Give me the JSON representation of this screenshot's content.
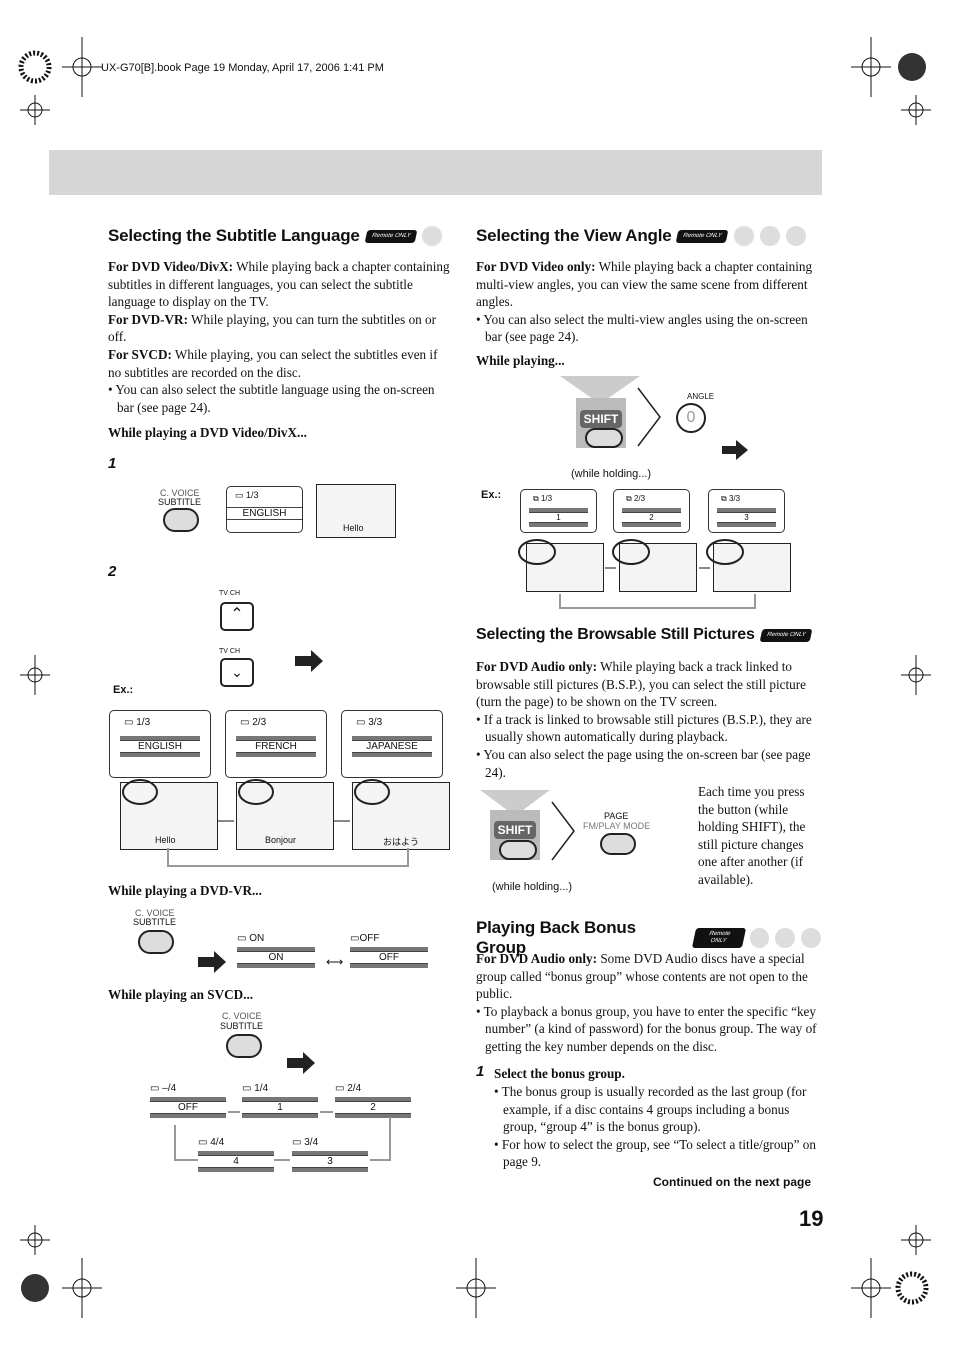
{
  "header": {
    "file_info": "UX-G70[B].book  Page 19  Monday, April 17, 2006  1:41 PM"
  },
  "badge": "Remote ONLY",
  "subtitle": {
    "title": "Selecting the Subtitle Language",
    "p1_lead": "For DVD Video/DivX:",
    "p1": " While playing back a chapter containing subtitles in different languages, you can select the subtitle language to display on the TV.",
    "p2_lead": "For DVD-VR:",
    "p2": " While playing, you can turn the subtitles on or off.",
    "p3_lead": "For SVCD:",
    "p3": " While playing, you can select the subtitles even if no subtitles are recorded on the disc.",
    "bullet": "• You can also select the subtitle language using the on-screen bar (see page 24).",
    "while_dvd": "While playing a DVD Video/DivX...",
    "step1": "1",
    "step2": "2",
    "cvoice": "C. VOICE",
    "subtitle_btn": "SUBTITLE",
    "osd1_num": "1/3",
    "osd1_field": "ENGLISH",
    "hello": "Hello",
    "tvch_up": "TV CH",
    "tvch_down": "TV CH",
    "ex": "Ex.:",
    "ex_osd": [
      {
        "num": "1/3",
        "field": "ENGLISH",
        "speech": "Hello"
      },
      {
        "num": "2/3",
        "field": "FRENCH",
        "speech": "Bonjour"
      },
      {
        "num": "3/3",
        "field": "JAPANESE",
        "speech": "おはよう"
      }
    ],
    "while_vr": "While playing a DVD-VR...",
    "vr_osd": [
      {
        "num": "ON",
        "field": "ON"
      },
      {
        "num": "OFF",
        "field": "OFF"
      }
    ],
    "while_svcd": "While playing an SVCD...",
    "svcd_osd": [
      {
        "num": "–/4",
        "field": "OFF"
      },
      {
        "num": "1/4",
        "field": "1"
      },
      {
        "num": "2/4",
        "field": "2"
      },
      {
        "num": "4/4",
        "field": "4"
      },
      {
        "num": "3/4",
        "field": "3"
      }
    ]
  },
  "angle": {
    "title": "Selecting the View Angle",
    "p1_lead": "For DVD Video only:",
    "p1": " While playing back a chapter containing multi-view angles, you can view the same scene from different angles.",
    "bullet": "• You can also select the multi-view angles using the on-screen bar (see page 24).",
    "while": "While playing...",
    "shift": "SHIFT",
    "angle_label": "ANGLE",
    "angle_key": "0",
    "holding": "(while holding...)",
    "ex": "Ex.:",
    "osd": [
      {
        "num": "1/3",
        "field": "1"
      },
      {
        "num": "2/3",
        "field": "2"
      },
      {
        "num": "3/3",
        "field": "3"
      }
    ]
  },
  "bsp": {
    "title": "Selecting the Browsable Still Pictures",
    "p1_lead": "For DVD Audio only:",
    "p1": " While playing back a track linked to browsable still pictures (B.S.P.), you can select the still picture (turn the page) to be shown on the TV screen.",
    "bullet1": "• If a track is linked to browsable still pictures (B.S.P.), they are usually shown automatically during playback.",
    "bullet2": "• You can also select the page using the on-screen bar (see page 24).",
    "shift": "SHIFT",
    "page": "PAGE",
    "fm": "FM/PLAY MODE",
    "holding": "(while holding...)",
    "note": "Each time you press the button (while holding SHIFT), the still picture changes one after another (if available)."
  },
  "bonus": {
    "title": "Playing Back Bonus Group",
    "p1_lead": "For DVD Audio only:",
    "p1": " Some DVD Audio discs have a special group called “bonus group” whose contents are not open to the public.",
    "bullet": "• To playback a bonus group, you have to enter the specific “key number” (a kind of password) for the bonus group. The way of getting the key number depends on the disc.",
    "step1": "1",
    "step1_text": "Select the bonus group.",
    "sub1": "• The bonus group is usually recorded as the last group (for example, if a disc contains 4 groups including a bonus group, “group 4” is the bonus group).",
    "sub2": "• For how to select the group, see “To select a title/group” on page 9."
  },
  "footer": {
    "continued": "Continued on the next page",
    "page_number": "19"
  }
}
